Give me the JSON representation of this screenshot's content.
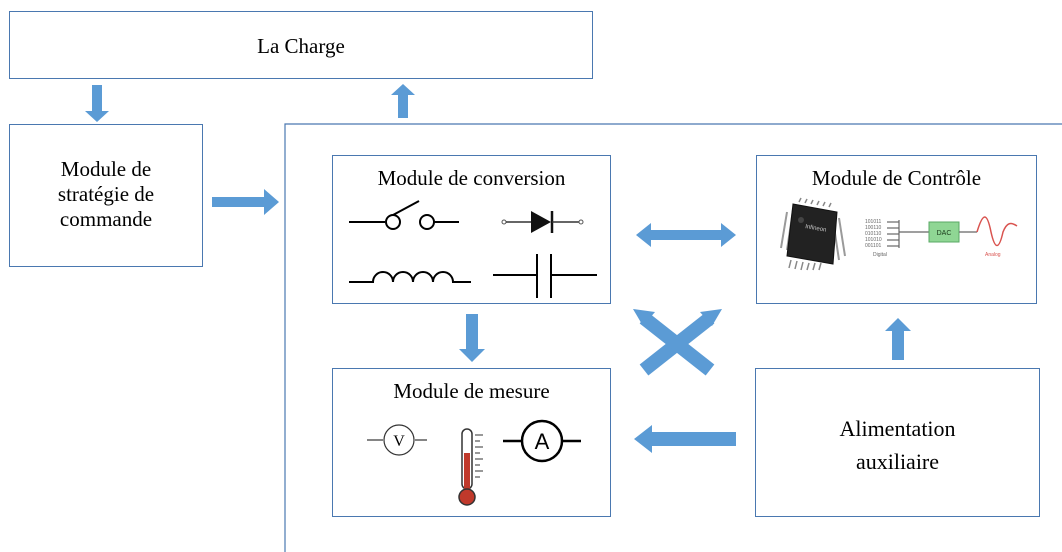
{
  "load": {
    "title": "La Charge"
  },
  "strategy": {
    "line1": "Module de",
    "line2": "stratégie de",
    "line3": "commande"
  },
  "conversion": {
    "title": "Module de conversion",
    "symbols": [
      "switch-icon",
      "diode-icon",
      "inductor-icon",
      "capacitor-icon"
    ]
  },
  "control": {
    "title": "Module de Contrôle",
    "dac_label": "DAC",
    "digital_label": "Digital",
    "analog_label": "Analog",
    "chip_brand": "Infineon"
  },
  "measure": {
    "title": "Module de mesure",
    "voltmeter_label": "V",
    "ammeter_label": "A"
  },
  "supply": {
    "line1": "Alimentation",
    "line2": "auxiliaire"
  },
  "colors": {
    "arrow": "#5b9bd5",
    "border": "#4a78b0",
    "thermo_red": "#c0392b",
    "dac_green": "#8fd694"
  }
}
